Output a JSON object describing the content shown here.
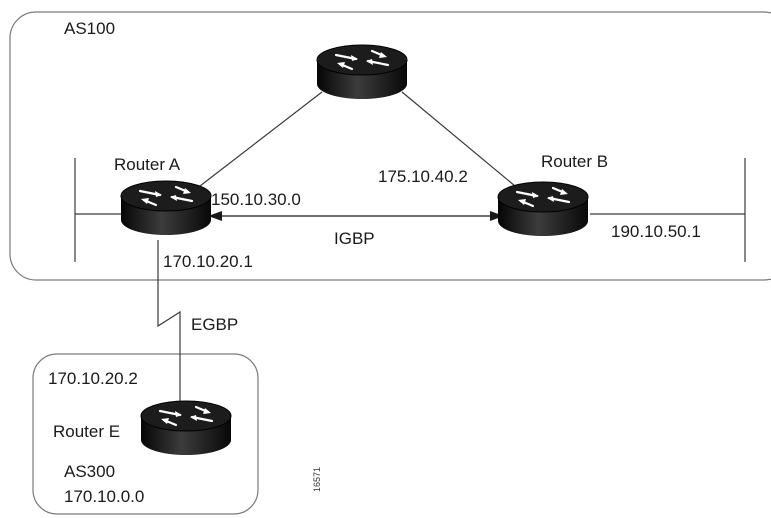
{
  "as100": {
    "label": "AS100"
  },
  "as300": {
    "label": "AS300",
    "network": "170.10.0.0"
  },
  "routers": {
    "top": {
      "name": ""
    },
    "a": {
      "name": "Router A",
      "ip_right": "150.10.30.0",
      "ip_bottom": "170.10.20.1"
    },
    "b": {
      "name": "Router B",
      "ip_left": "175.10.40.2",
      "ip_right": "190.10.50.1"
    },
    "e": {
      "name": "Router E",
      "ip_top": "170.10.20.2"
    }
  },
  "links": {
    "ibgp": "IGBP",
    "ebgp": "EGBP"
  },
  "figure_id": "16571",
  "colors": {
    "router_dark": "#0d0d0d",
    "router_mid": "#3a3a3a",
    "border": "#7a7a7a",
    "line": "#3a3a3a"
  }
}
